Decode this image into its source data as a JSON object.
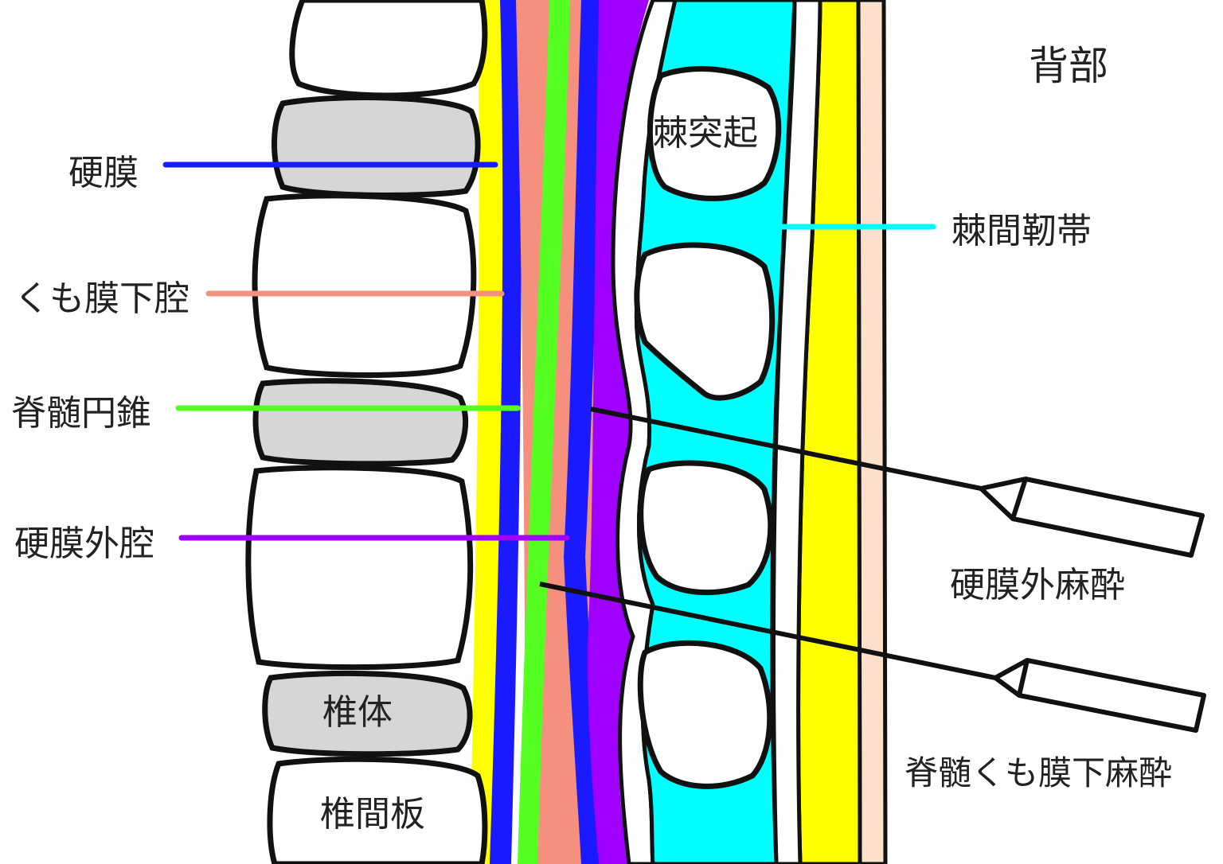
{
  "title": "背部",
  "labels": {
    "dura": "硬膜",
    "subarachnoid": "くも膜下腔",
    "conus": "脊髄円錐",
    "epidural_space": "硬膜外腔",
    "spinous": "棘突起",
    "interspinous": "棘間靭帯",
    "epidural_anesthesia": "硬膜外麻酔",
    "spinal_anesthesia": "脊髄くも膜下麻酔",
    "vertebral_body": "椎体",
    "disc": "椎間板"
  },
  "colors": {
    "dura": "#1a1aff",
    "subarachnoid": "#f5907f",
    "conus": "#55ff22",
    "epidural": "#a000ff",
    "ligament": "#00ffff",
    "yellow": "#ffff00",
    "skin": "#fde0cc",
    "disc_gray": "#d6d6d6"
  }
}
